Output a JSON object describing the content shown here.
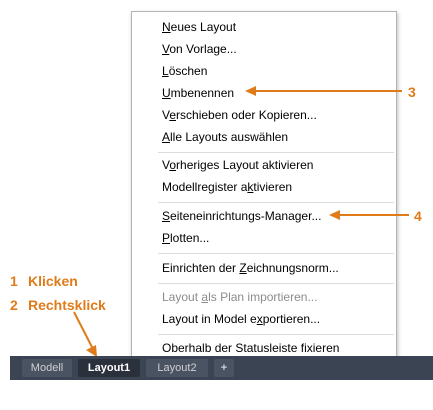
{
  "menu": {
    "items": [
      {
        "pre": "",
        "ul": "N",
        "post": "eues Layout",
        "disabled": false
      },
      {
        "pre": "",
        "ul": "V",
        "post": "on Vorlage...",
        "disabled": false
      },
      {
        "pre": "",
        "ul": "L",
        "post": "öschen",
        "disabled": false
      },
      {
        "pre": "",
        "ul": "U",
        "post": "mbenennen",
        "disabled": false
      },
      {
        "pre": "V",
        "ul": "e",
        "post": "rschieben oder Kopieren...",
        "disabled": false
      },
      {
        "pre": "",
        "ul": "A",
        "post": "lle Layouts auswählen",
        "disabled": false
      },
      {
        "pre": "V",
        "ul": "o",
        "post": "rheriges Layout aktivieren",
        "disabled": false
      },
      {
        "pre": "Modellregister a",
        "ul": "k",
        "post": "tivieren",
        "disabled": false
      },
      {
        "pre": "",
        "ul": "S",
        "post": "eiteneinrichtungs-Manager...",
        "disabled": false
      },
      {
        "pre": "",
        "ul": "P",
        "post": "lotten...",
        "disabled": false
      },
      {
        "pre": "Einrichten der ",
        "ul": "Z",
        "post": "eichnungsnorm...",
        "disabled": false
      },
      {
        "pre": "Layout ",
        "ul": "a",
        "post": "ls Plan importieren...",
        "disabled": true
      },
      {
        "pre": "Layout in Model e",
        "ul": "x",
        "post": "portieren...",
        "disabled": false
      },
      {
        "pre": "Oberhalb der Statusleiste fixieren",
        "ul": "",
        "post": "",
        "disabled": false
      }
    ]
  },
  "callouts": {
    "c3": "3",
    "c4": "4",
    "step1_num": "1",
    "step1_text": "Klicken",
    "step2_num": "2",
    "step2_text": "Rechtsklick"
  },
  "statusbar": {
    "tabs": [
      "Modell",
      "Layout1",
      "Layout2"
    ],
    "add_label": "+",
    "active_tab": "Layout1"
  },
  "colors": {
    "accent": "#e07b1a",
    "statusbar_bg": "#3b4453",
    "active_tab_bg": "#2b313c"
  }
}
